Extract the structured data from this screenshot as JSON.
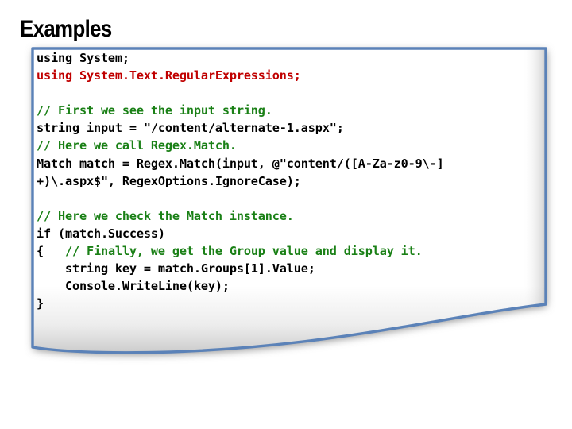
{
  "slide": {
    "title": "Examples",
    "background": "#ffffff"
  },
  "code_panel": {
    "shape_name": "curled-page-rounded-rectangle",
    "border_color": "#5b82b8",
    "fill_color": "#ffffff",
    "shadow_color": "#9d9d9d",
    "language": "csharp",
    "colors": {
      "plain": "#000000",
      "comment": "#1a8016",
      "highlight": "#c00000"
    },
    "lines": [
      {
        "index": 1,
        "kind": "plain",
        "text": "using System;"
      },
      {
        "index": 2,
        "kind": "red",
        "text": "using System.Text.RegularExpressions;"
      },
      {
        "index": 3,
        "kind": "blank",
        "text": ""
      },
      {
        "index": 4,
        "kind": "comment",
        "text": "// First we see the input string."
      },
      {
        "index": 5,
        "kind": "plain",
        "text": "string input = \"/content/alternate-1.aspx\";"
      },
      {
        "index": 6,
        "kind": "comment",
        "text": "// Here we call Regex.Match."
      },
      {
        "index": 7,
        "kind": "plain",
        "text": "Match match = Regex.Match(input, @\"content/([A-Za-z0-9\\-]"
      },
      {
        "index": 8,
        "kind": "plain",
        "text": "+)\\.aspx$\", RegexOptions.IgnoreCase);"
      },
      {
        "index": 9,
        "kind": "blank",
        "text": ""
      },
      {
        "index": 10,
        "kind": "comment",
        "text": "// Here we check the Match instance."
      },
      {
        "index": 11,
        "kind": "plain",
        "text": "if (match.Success)"
      },
      {
        "index": 12,
        "kind": "mixed",
        "text": "{   // Finally, we get the Group value and display it.",
        "segments": [
          {
            "kind": "plain",
            "text": "{  "
          },
          {
            "kind": "comment",
            "text": " // Finally, we get the Group value and display it."
          }
        ]
      },
      {
        "index": 13,
        "kind": "plain",
        "text": "    string key = match.Groups[1].Value;"
      },
      {
        "index": 14,
        "kind": "plain",
        "text": "    Console.WriteLine(key);"
      },
      {
        "index": 15,
        "kind": "plain",
        "text": "}"
      }
    ]
  }
}
